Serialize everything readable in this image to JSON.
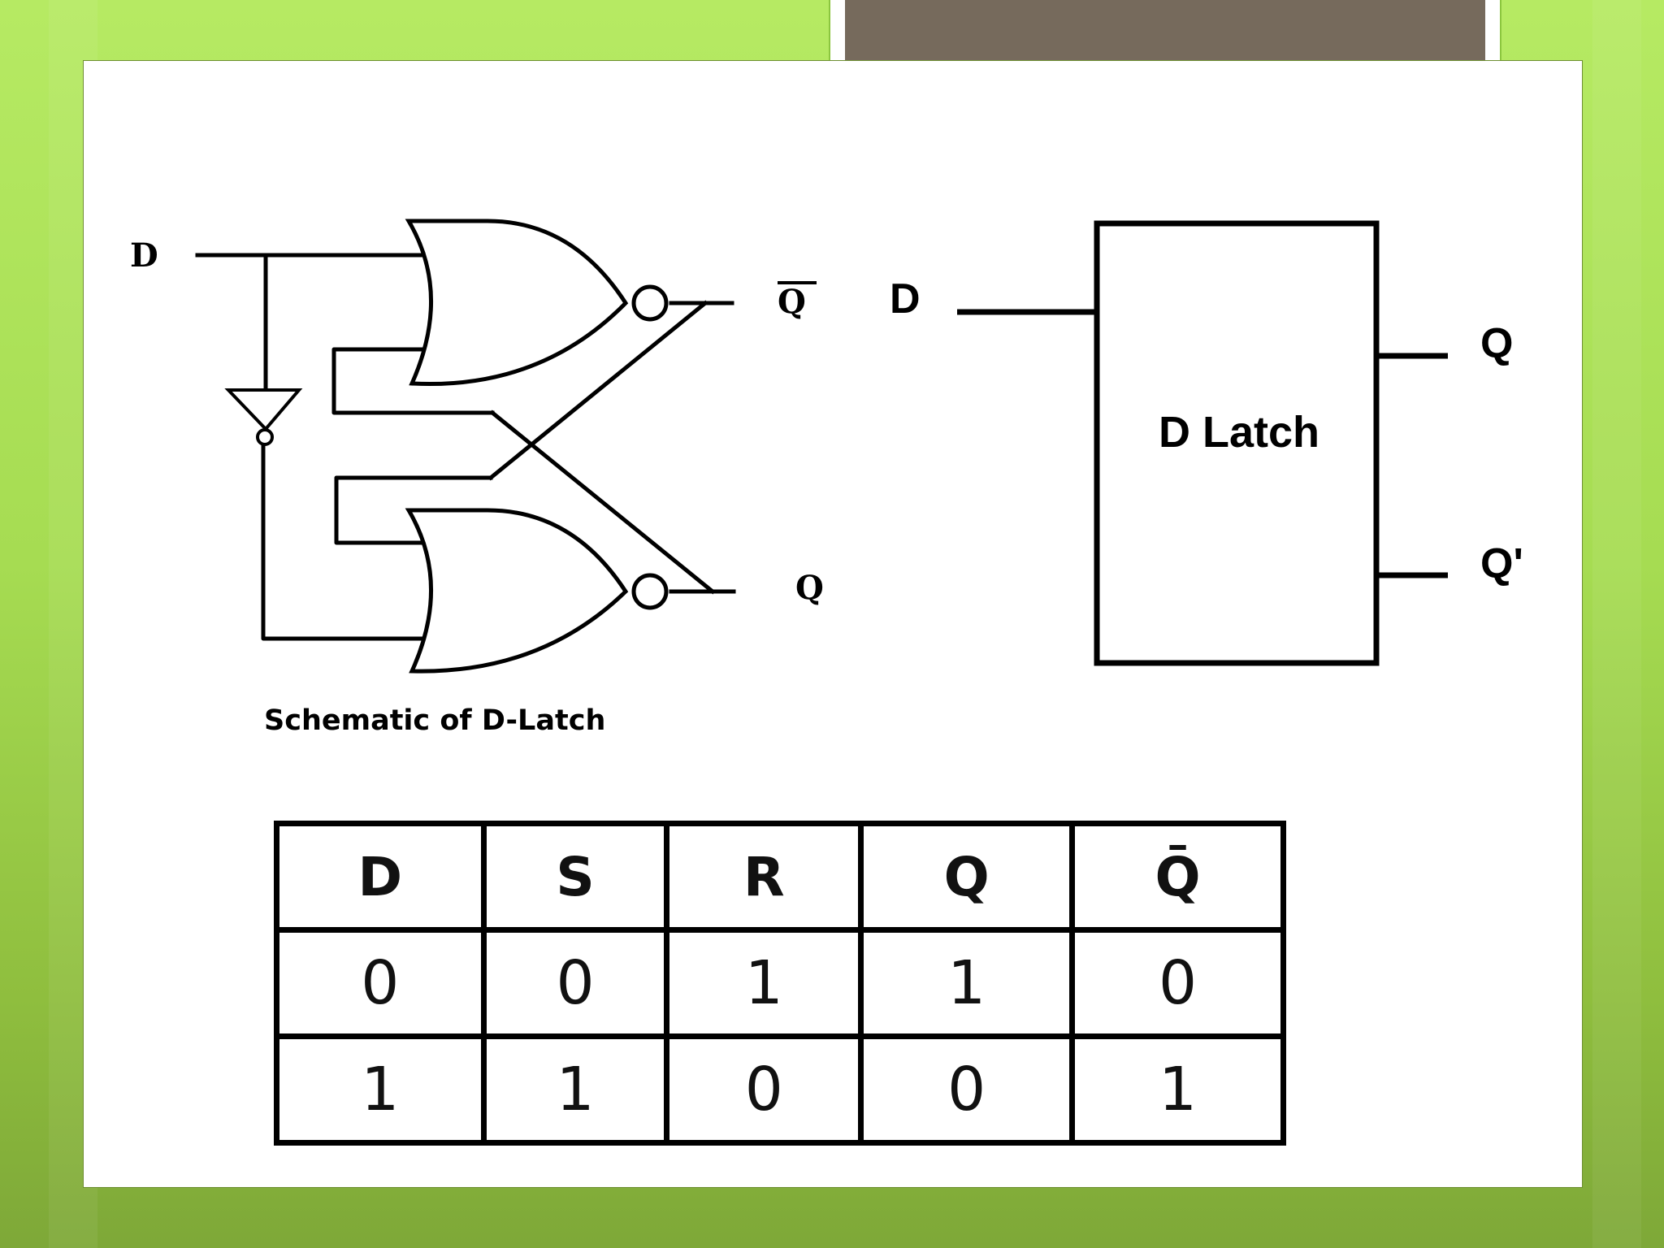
{
  "schematic": {
    "input_label": "D",
    "qbar_label": "Q",
    "q_label": "Q",
    "caption": "Schematic of D-Latch"
  },
  "block": {
    "input_label": "D",
    "title": "D Latch",
    "output_q": "Q",
    "output_qprime": "Q'"
  },
  "truth_table": {
    "headers": [
      "D",
      "S",
      "R",
      "Q",
      "Q̄"
    ],
    "rows": [
      [
        "0",
        "0",
        "1",
        "1",
        "0"
      ],
      [
        "1",
        "1",
        "0",
        "0",
        "1"
      ]
    ]
  }
}
